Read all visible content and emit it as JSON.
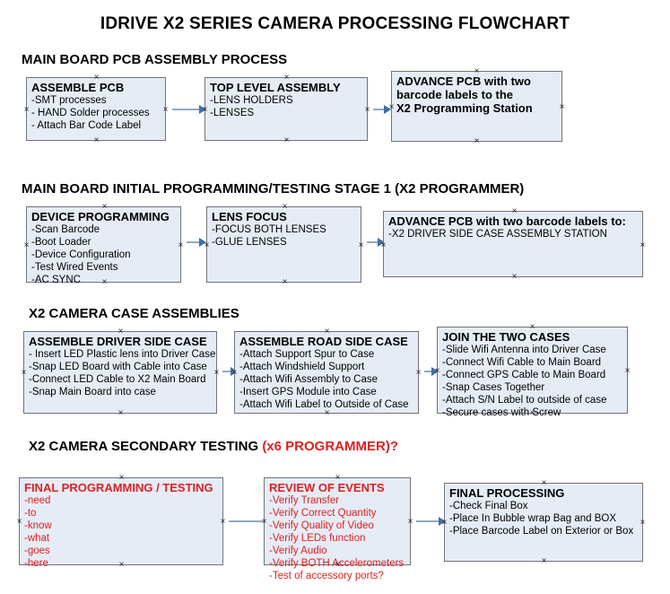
{
  "document": {
    "title": "IDRIVE X2  SERIES CAMERA PROCESSING FLOWCHART",
    "colors": {
      "box_fill": "#e6ecf6",
      "box_border": "#6f7478",
      "connector": "#8fa9c4",
      "arrow": "#3f6fa8",
      "red_text": "#e02020",
      "black_text": "#000000"
    }
  },
  "sections": [
    {
      "id": "main-board-pcb-assembly-process",
      "heading": "MAIN BOARD PCB ASSEMBLY PROCESS",
      "heading_suffix": "",
      "boxes": [
        {
          "id": "assemble-pcb",
          "title": "ASSEMBLE PCB",
          "lines": [
            "-SMT processes",
            "- HAND Solder processes",
            "- Attach Bar Code Label"
          ]
        },
        {
          "id": "top-level-assembly",
          "title": "TOP LEVEL ASSEMBLY",
          "lines": [
            "-LENS HOLDERS",
            "-LENSES"
          ]
        },
        {
          "id": "advance-pcb-to-x2-programming-station",
          "title": "ADVANCE PCB with two",
          "lines": [
            "barcode labels to the",
            " X2 Programming Station"
          ]
        }
      ]
    },
    {
      "id": "main-board-initial-programming-testing-stage-1",
      "heading": "MAIN BOARD INITIAL PROGRAMMING/TESTING STAGE 1 (X2 PROGRAMMER)",
      "heading_suffix": "",
      "boxes": [
        {
          "id": "device-programming",
          "title": "DEVICE PROGRAMMING",
          "lines": [
            "-Scan Barcode",
            "-Boot Loader",
            "-Device Configuration",
            "-Test Wired Events",
            "-AC SYNC"
          ]
        },
        {
          "id": "lens-focus",
          "title": "LENS FOCUS",
          "lines": [
            "-FOCUS BOTH LENSES",
            "-GLUE LENSES"
          ]
        },
        {
          "id": "advance-pcb-to-driver-side-case-assembly",
          "title": "ADVANCE PCB with two barcode labels to:",
          "lines": [
            "-X2 DRIVER  SIDE  CASE  ASSEMBLY STATION"
          ]
        }
      ]
    },
    {
      "id": "x2-camera-case-assemblies",
      "heading": "X2 CAMERA CASE ASSEMBLIES",
      "heading_suffix": "",
      "boxes": [
        {
          "id": "assemble-driver-side-case",
          "title": "ASSEMBLE DRIVER SIDE CASE",
          "lines": [
            "- Insert LED Plastic lens into Driver Case",
            "-Snap LED Board with Cable into Case",
            "-Connect LED Cable to X2 Main Board",
            "-Snap Main Board into case"
          ]
        },
        {
          "id": "assemble-road-side-case",
          "title": "ASSEMBLE ROAD SIDE CASE",
          "lines": [
            "-Attach Support Spur to Case",
            "-Attach Windshield Support",
            "-Attach Wifi Assembly to Case",
            "-Insert GPS Module into Case",
            "-Attach Wifi Label to Outside of Case"
          ]
        },
        {
          "id": "join-the-two-cases",
          "title": "JOIN THE TWO CASES",
          "lines": [
            "-Slide Wifi Antenna into Driver Case",
            "-Connect Wifi Cable to Main Board",
            "-Connect GPS Cable to Main Board",
            "-Snap Cases Together",
            "-Attach S/N Label to outside of case",
            "-Secure cases with Screw"
          ]
        }
      ]
    },
    {
      "id": "x2-camera-secondary-testing",
      "heading": "X2 CAMERA SECONDARY TESTING ",
      "heading_suffix": "(x6 PROGRAMMER)?",
      "boxes": [
        {
          "id": "final-programming-testing",
          "title": "FINAL PROGRAMMING / TESTING",
          "lines": [
            "-need",
            "-to",
            "-know",
            "-what",
            "-goes",
            "-here"
          ]
        },
        {
          "id": "review-of-events",
          "title": "REVIEW OF EVENTS",
          "lines": [
            "-Verify Transfer",
            "-Verify Correct Quantity",
            "-Verify Quality of Video",
            "-Verify LEDs function",
            "-Verify Audio",
            "-Verify BOTH Accelerometers",
            "-Test of accessory ports?"
          ]
        },
        {
          "id": "final-processing",
          "title": "FINAL PROCESSING",
          "lines": [
            "-Check Final Box",
            "-Place In Bubble wrap Bag and BOX",
            "-Place Barcode Label on Exterior or Box"
          ]
        }
      ]
    }
  ]
}
